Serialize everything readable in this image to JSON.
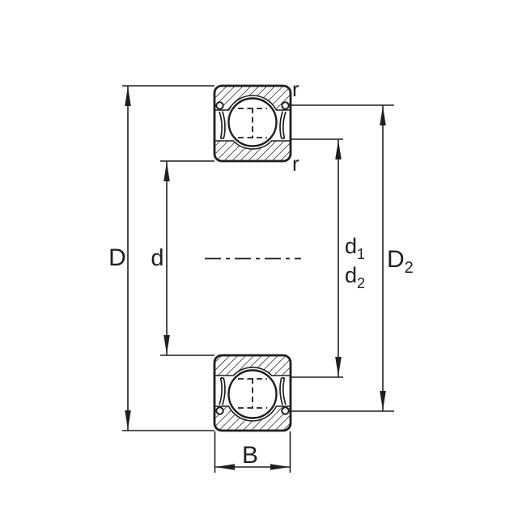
{
  "drawing": {
    "description_labels_only": "bearing cross-section dimension drawing",
    "colors": {
      "line": "#1f1f1f",
      "background": "#ffffff"
    },
    "labels": {
      "D": "D",
      "d": "d",
      "B": "B",
      "d1": {
        "base": "d",
        "sub": "1"
      },
      "d2": {
        "base": "d",
        "sub": "2"
      },
      "D2": {
        "base": "D",
        "sub": "2"
      },
      "r_outer": "r",
      "r_inner": "r"
    }
  }
}
